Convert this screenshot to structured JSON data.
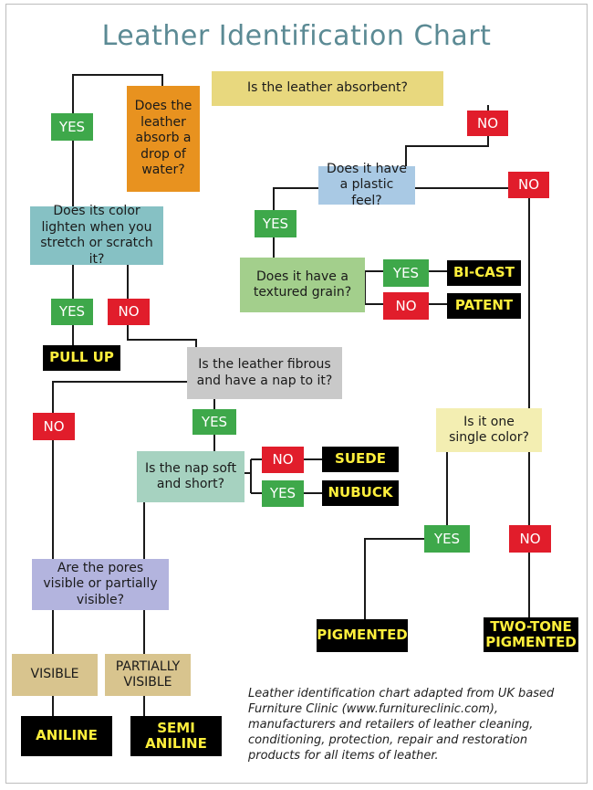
{
  "title": "Leather Identification Chart",
  "nodes": {
    "absorbent": "Is the leather absorbent?",
    "absorb_drop": "Does the leather absorb a drop of water?",
    "plastic_feel": "Does it have a plastic feel?",
    "color_lighten": "Does its color lighten when you stretch or scratch it?",
    "textured_grain": "Does it have a textured grain?",
    "fibrous_nap": "Is the leather fibrous and have a nap to it?",
    "nap_soft": "Is the nap soft and short?",
    "one_color": "Is it one single color?",
    "pores_visible": "Are the pores visible or partially visible?",
    "visible": "VISIBLE",
    "partially_visible": "PARTIALLY VISIBLE"
  },
  "answers": {
    "yes": "YES",
    "no": "NO"
  },
  "results": {
    "bicast": "BI-CAST",
    "patent": "PATENT",
    "pull_up": "PULL UP",
    "suede": "SUEDE",
    "nubuck": "NUBUCK",
    "pigmented": "PIGMENTED",
    "two_tone": "TWO-TONE PIGMENTED",
    "aniline": "ANILINE",
    "semi_aniline": "SEMI ANILINE"
  },
  "caption": "Leather identification chart adapted from UK based Furniture Clinic (www.furnitureclinic.com), manufacturers and retailers of leather cleaning, conditioning, protection, repair and restoration products for all items of leather.",
  "colors": {
    "title": "#5b8a94",
    "yes": "#3ea84a",
    "no": "#e11d2b",
    "result_bg": "#000000",
    "result_text": "#ffef3c",
    "connector": "#1a1a1a"
  }
}
